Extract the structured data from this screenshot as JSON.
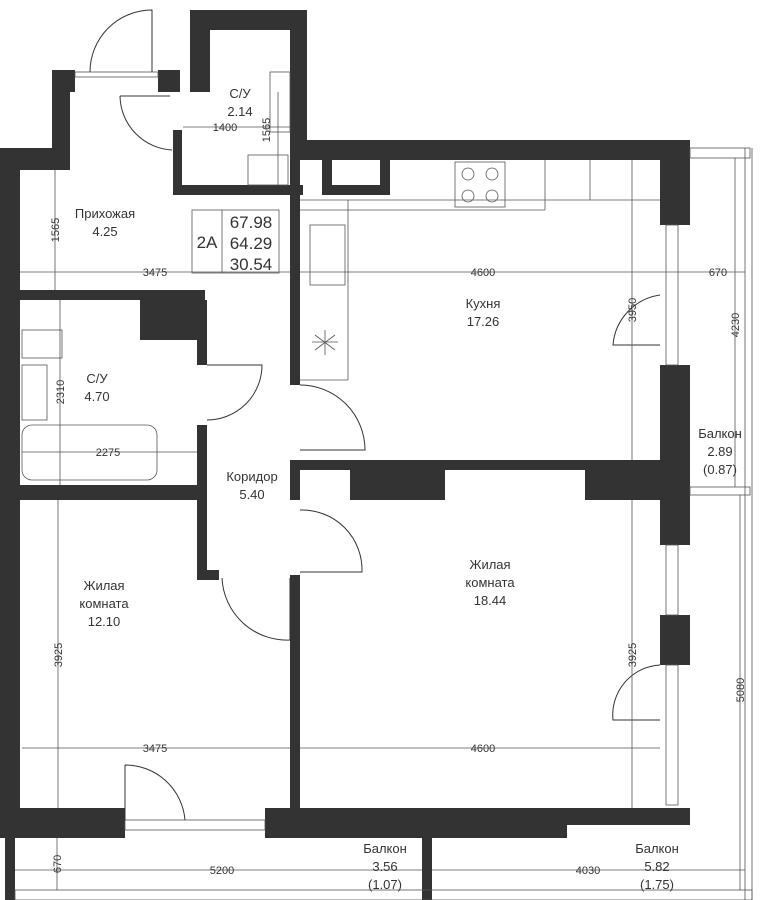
{
  "apartment": {
    "type": "2А",
    "total_area": "67.98",
    "living_total": "64.29",
    "living_area": "30.54"
  },
  "rooms": {
    "bath_small": {
      "name": "С/У",
      "area": "2.14"
    },
    "hall": {
      "name": "Прихожая",
      "area": "4.25"
    },
    "kitchen": {
      "name": "Кухня",
      "area": "17.26"
    },
    "bath_big": {
      "name": "С/У",
      "area": "4.70"
    },
    "corridor": {
      "name": "Коридор",
      "area": "5.40"
    },
    "room1": {
      "name1": "Жилая",
      "name2": "комната",
      "area": "12.10"
    },
    "room2": {
      "name1": "Жилая",
      "name2": "комната",
      "area": "18.44"
    },
    "balcony_right": {
      "name": "Балкон",
      "area": "2.89",
      "reduced": "(0.87)"
    },
    "balcony_bottom_left": {
      "name": "Балкон",
      "area": "3.56",
      "reduced": "(1.07)"
    },
    "balcony_bottom_right": {
      "name": "Балкон",
      "area": "5.82",
      "reduced": "(1.75)"
    }
  },
  "dimensions": {
    "bath_small_w": "1400",
    "bath_small_h": "1565",
    "hall_h": "1565",
    "hall_w": "3475",
    "kitchen_w": "4600",
    "kitchen_h": "3950",
    "balcony_r_w": "670",
    "balcony_r_h": "4230",
    "bath_big_h": "2310",
    "bath_big_w": "2275",
    "room1_h": "3925",
    "room1_w": "3475",
    "room2_w": "4600",
    "room2_h": "3925",
    "balcony_r2_h": "5080",
    "balcony_b_h": "670",
    "balcony_bl_w": "5200",
    "balcony_br_w": "4030"
  }
}
